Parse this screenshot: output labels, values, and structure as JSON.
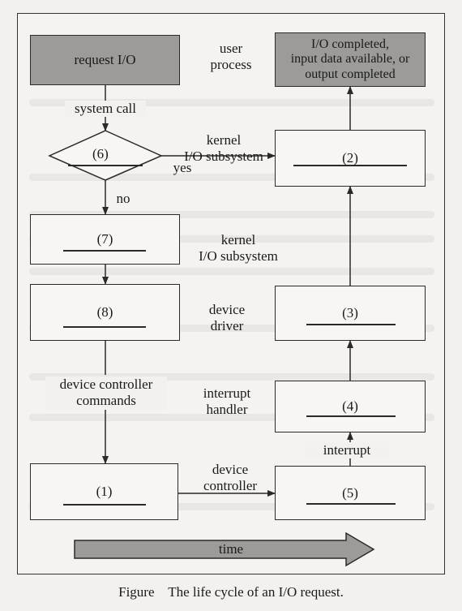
{
  "diagram": {
    "nodes": {
      "request": "request I/O",
      "completed": "I/O completed,\ninput data available, or\noutput completed",
      "n6": "(6)",
      "n7": "(7)",
      "n8": "(8)",
      "n1": "(1)",
      "n2": "(2)",
      "n3": "(3)",
      "n4": "(4)",
      "n5": "(5)"
    },
    "labels": {
      "user_process": "user\nprocess",
      "system_call": "system call",
      "kernel_io_1": "kernel\nI/O subsystem",
      "yes": "yes",
      "no": "no",
      "kernel_io_2": "kernel\nI/O subsystem",
      "device_driver": "device\ndriver",
      "interrupt_handler": "interrupt\nhandler",
      "dev_ctrl_cmds": "device controller\ncommands",
      "interrupt": "interrupt",
      "device_controller": "device\ncontroller",
      "time": "time"
    },
    "caption": "Figure    The life cycle of an I/O request.",
    "colors": {
      "shaded_box": "#9d9b97",
      "arrow_fill": "#9d9b97",
      "line": "#2a2a2a"
    }
  }
}
